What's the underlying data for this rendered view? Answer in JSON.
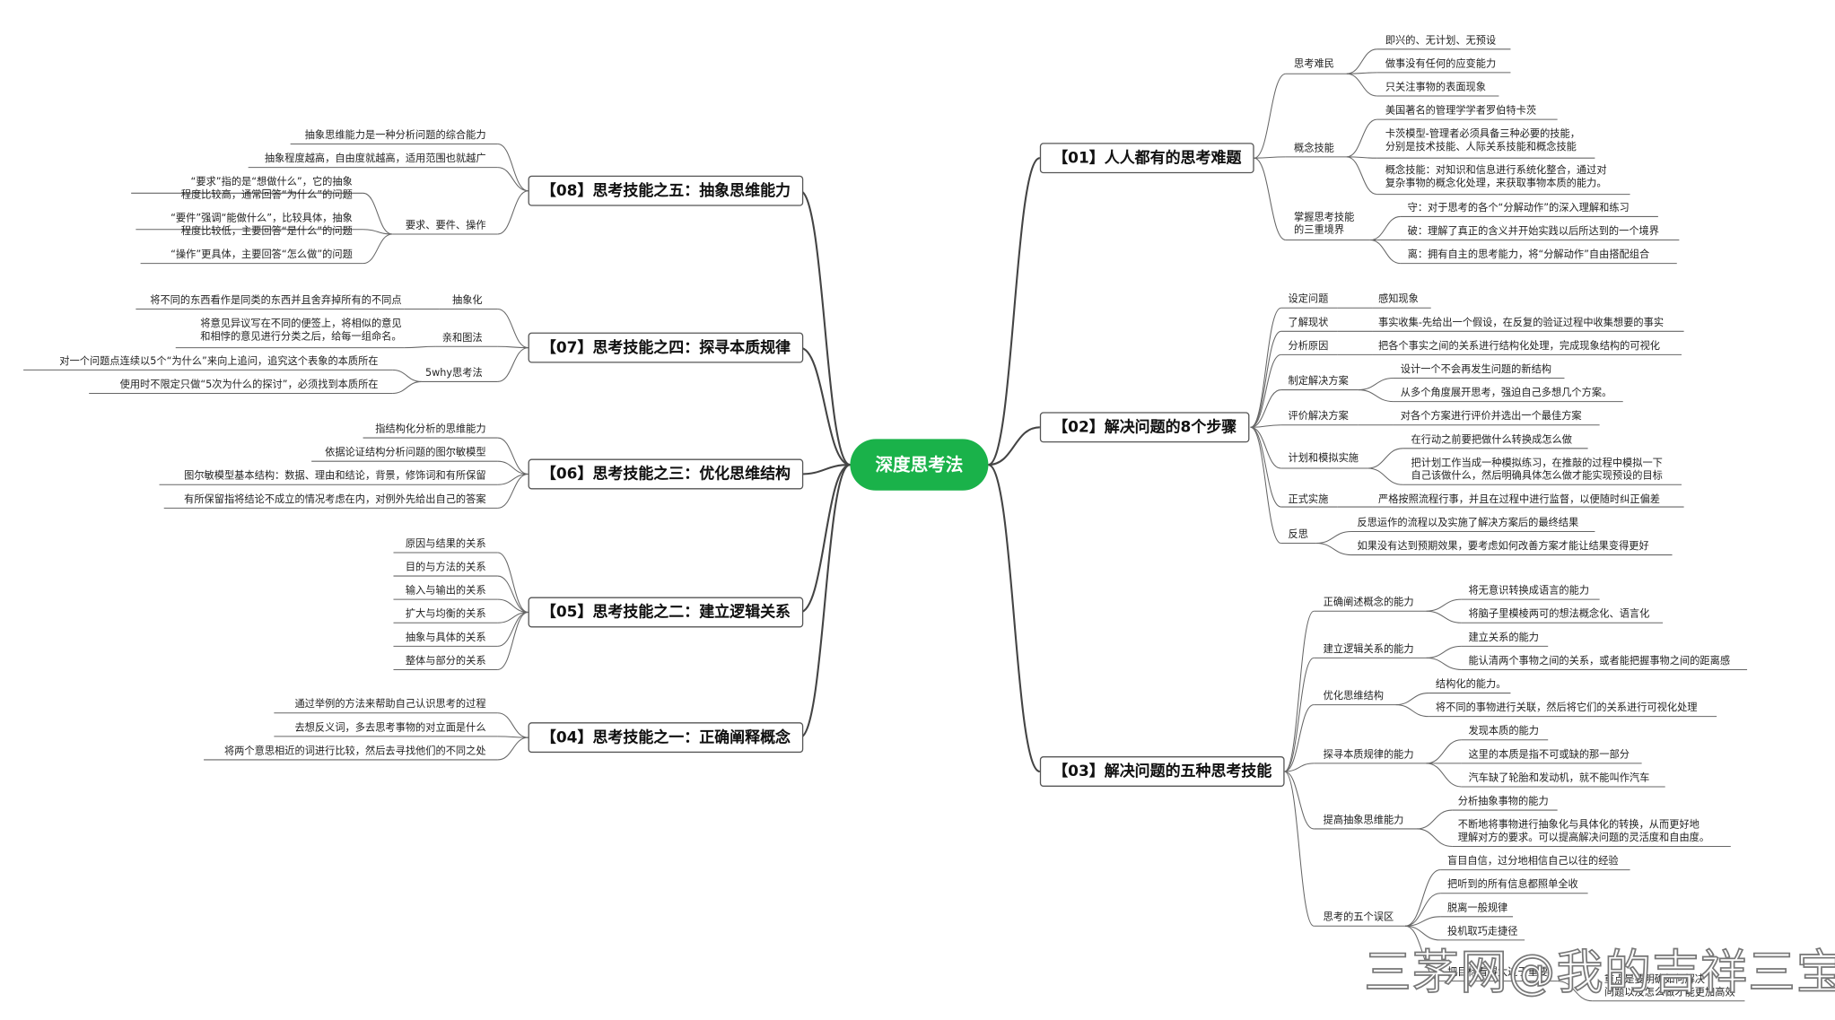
{
  "center": "深度思考法",
  "branches": [
    {
      "label": "【01】人人都有的思考难题",
      "children": [
        {
          "label": "思考难民",
          "items": [
            "即兴的、无计划、无预设",
            "做事没有任何的应变能力",
            "只关注事物的表面现象"
          ]
        },
        {
          "label": "概念技能",
          "items": [
            "美国著名的管理学学者罗伯特卡茨",
            "卡茨模型-管理者必须具备三种必要的技能，\n分别是技术技能、人际关系技能和概念技能",
            "概念技能：对知识和信息进行系统化整合，通过对\n复杂事物的概念化处理，来获取事物本质的能力。"
          ]
        },
        {
          "label": "掌握思考技能\n的三重境界",
          "items": [
            "守：对于思考的各个“分解动作”的深入理解和练习",
            "破：理解了真正的含义并开始实践以后所达到的一个境界",
            "离：拥有自主的思考能力，将“分解动作”自由搭配组合"
          ]
        }
      ]
    },
    {
      "label": "【02】解决问题的8个步骤",
      "children": [
        {
          "label": "设定问题",
          "items": [
            "感知现象"
          ]
        },
        {
          "label": "了解现状",
          "items": [
            "事实收集-先给出一个假设，在反复的验证过程中收集想要的事实"
          ]
        },
        {
          "label": "分析原因",
          "items": [
            "把各个事实之间的关系进行结构化处理，完成现象结构的可视化"
          ]
        },
        {
          "label": "制定解决方案",
          "items": [
            "设计一个不会再发生问题的新结构",
            "从多个角度展开思考，强迫自己多想几个方案。"
          ]
        },
        {
          "label": "评价解决方案",
          "items": [
            "对各个方案进行评价并选出一个最佳方案"
          ]
        },
        {
          "label": "计划和模拟实施",
          "items": [
            "在行动之前要把做什么转换成怎么做",
            "把计划工作当成一种模拟练习，在推敲的过程中模拟一下\n自己该做什么，然后明确具体怎么做才能实现预设的目标"
          ]
        },
        {
          "label": "正式实施",
          "items": [
            "严格按照流程行事，并且在过程中进行监督，以便随时纠正偏差"
          ]
        },
        {
          "label": "反思",
          "items": [
            "反思运作的流程以及实施了解决方案后的最终结果",
            "如果没有达到预期效果，要考虑如何改善方案才能让结果变得更好"
          ]
        }
      ]
    },
    {
      "label": "【03】解决问题的五种思考技能",
      "children": [
        {
          "label": "正确阐述概念的能力",
          "items": [
            "将无意识转换成语言的能力",
            "将脑子里模棱两可的想法概念化、语言化"
          ]
        },
        {
          "label": "建立逻辑关系的能力",
          "items": [
            "建立关系的能力",
            "能认清两个事物之间的关系，或者能把握事物之间的距离感"
          ]
        },
        {
          "label": "优化思维结构",
          "items": [
            "结构化的能力。",
            "将不同的事物进行关联，然后将它们的关系进行可视化处理"
          ]
        },
        {
          "label": "探寻本质规律的能力",
          "items": [
            "发现本质的能力",
            "这里的本质是指不可或缺的那一部分",
            "汽车缺了轮胎和发动机，就不能叫作汽车"
          ]
        },
        {
          "label": "提高抽象思维能力",
          "items": [
            "分析抽象事物的能力",
            "不断地将事物进行抽象化与具体化的转换，从而更好地\n理解对方的要求。可以提高解决问题的灵活度和自由度。"
          ]
        },
        {
          "label": "思考的五个误区",
          "items": [
            "盲目自信，过分地相信自己以往的经验",
            "把听到的所有信息都照单全收",
            "脱离一般规律",
            "投机取巧走捷径",
            "把目标看得太过于重要",
            "重点是要明确如何解决\n问题以及怎么做才能更加高效"
          ]
        }
      ]
    },
    {
      "label": "【04】思考技能之一：正确阐释概念",
      "items": [
        "通过举例的方法来帮助自己认识思考的过程",
        "去想反义词，多去思考事物的对立面是什么",
        "将两个意思相近的词进行比较，然后去寻找他们的不同之处"
      ]
    },
    {
      "label": "【05】思考技能之二：建立逻辑关系",
      "items": [
        "原因与结果的关系",
        "目的与方法的关系",
        "输入与输出的关系",
        "扩大与均衡的关系",
        "抽象与具体的关系",
        "整体与部分的关系"
      ]
    },
    {
      "label": "【06】思考技能之三：优化思维结构",
      "items": [
        "指结构化分析的思维能力",
        "依据论证结构分析问题的图尔敏模型",
        "图尔敏模型基本结构：数据、理由和结论，背景，修饰词和有所保留",
        "有所保留指将结论不成立的情况考虑在内，对例外先给出自己的答案"
      ]
    },
    {
      "label": "【07】思考技能之四：探寻本质规律",
      "children": [
        {
          "label": "抽象化",
          "items": [
            "将不同的东西看作是同类的东西并且舍弃掉所有的不同点"
          ]
        },
        {
          "label": "亲和图法",
          "items": [
            "将意见异议写在不同的便签上，将相似的意见\n和相悖的意见进行分类之后，给每一组命名。"
          ]
        },
        {
          "label": "5why思考法",
          "items": [
            "对一个问题点连续以5个“为什么”来向上追问，追究这个表象的本质所在",
            "使用时不限定只做“5次为什么的探讨”，必须找到本质所在"
          ]
        }
      ]
    },
    {
      "label": "【08】思考技能之五：抽象思维能力",
      "items": [
        "抽象思维能力是一种分析问题的综合能力",
        "抽象程度越高，自由度就越高，适用范围也就越广"
      ],
      "children": [
        {
          "label": "要求、要件、操作",
          "items": [
            "“要求”指的是“想做什么”，它的抽象\n程度比较高，通常回答“为什么”的问题",
            "“要件”强调“能做什么”，比较具体，抽象\n程度比较低，主要回答“是什么”的问题",
            "“操作”更具体，主要回答“怎么做”的问题"
          ]
        }
      ]
    }
  ],
  "watermark": "三茅网@我的吉祥三宝"
}
